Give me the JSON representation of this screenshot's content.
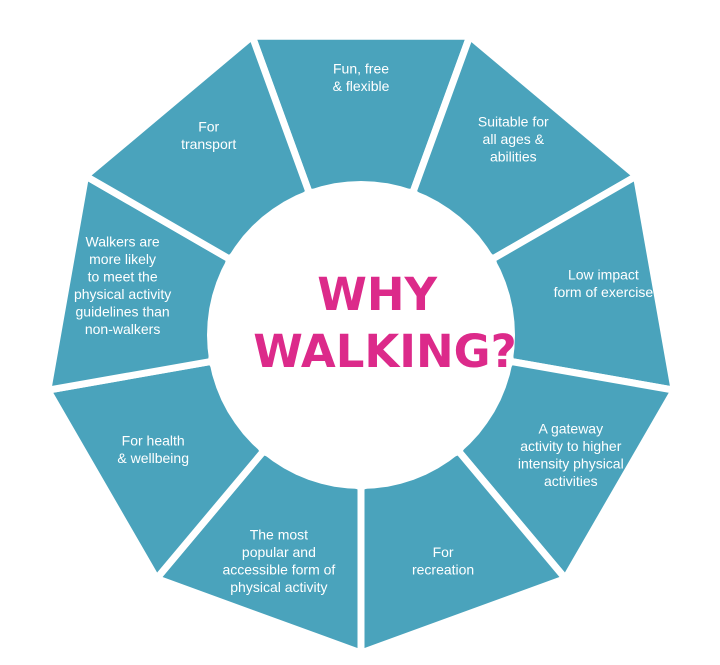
{
  "title": {
    "lines": [
      "WHY",
      "WALKING?"
    ]
  },
  "segments": [
    {
      "lines": [
        "Fun, free",
        "& flexible"
      ]
    },
    {
      "lines": [
        "Suitable for",
        "all ages &",
        "abilities"
      ]
    },
    {
      "lines": [
        "Low impact",
        "form of exercise"
      ]
    },
    {
      "lines": [
        "A gateway",
        "activity to higher",
        "intensity physical",
        "activities"
      ]
    },
    {
      "lines": [
        "For",
        "recreation"
      ]
    },
    {
      "lines": [
        "The most",
        "popular and",
        "accessible form of",
        "physical activity"
      ]
    },
    {
      "lines": [
        "For health",
        "& wellbeing"
      ]
    },
    {
      "lines": [
        "Walkers are",
        "more likely",
        "to meet the",
        "physical activity",
        "guidelines than",
        "non-walkers"
      ]
    },
    {
      "lines": [
        "For",
        "transport"
      ]
    }
  ],
  "colors": {
    "segment": "#4aa3bc",
    "title": "#dc2a8a",
    "text": "#ffffff"
  }
}
